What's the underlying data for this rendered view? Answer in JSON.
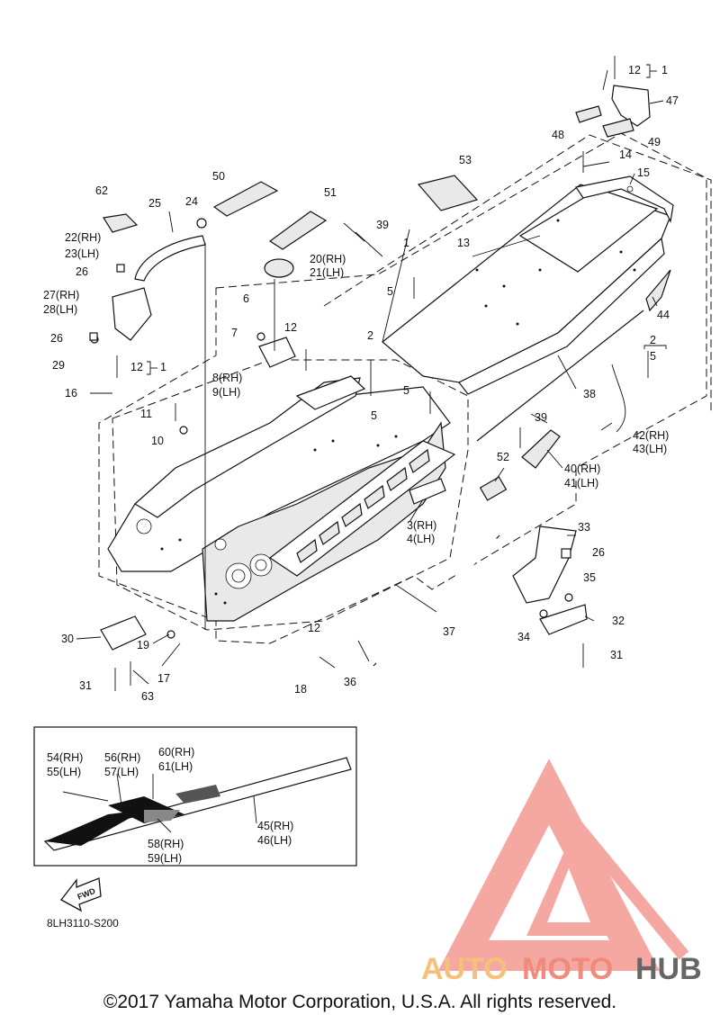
{
  "diagram": {
    "code": "8LH3110-S200",
    "fwd_label": "FWD",
    "copyright": "©2017 Yamaha Motor Corporation, U.S.A. All rights reserved.",
    "watermark": {
      "auto": "AUTO",
      "moto": "MOTO",
      "hub": "HUB",
      "colors": {
        "auto": "#f5c17a",
        "moto": "#f08a7c",
        "hub": "#666666",
        "logo": "#f28b82"
      }
    },
    "callouts": {
      "c1a": "1",
      "c1b": "1",
      "c1c": "1",
      "c2a": "2",
      "c2b": "2",
      "c3": "3(RH)",
      "c4": "4(LH)",
      "c5a": "5",
      "c5b": "5",
      "c5c": "5",
      "c5d": "5",
      "c6": "6",
      "c7": "7",
      "c8": "8(RH)",
      "c9": "9(LH)",
      "c10": "10",
      "c11": "11",
      "c12a": "12",
      "c12b": "12",
      "c12c": "12",
      "c12d": "12",
      "c13": "13",
      "c14": "14",
      "c15": "15",
      "c16": "16",
      "c17": "17",
      "c18": "18",
      "c19": "19",
      "c20": "20(RH)",
      "c21": "21(LH)",
      "c22": "22(RH)",
      "c23": "23(LH)",
      "c24": "24",
      "c25": "25",
      "c26a": "26",
      "c26b": "26",
      "c26c": "26",
      "c27": "27(RH)",
      "c28": "28(LH)",
      "c29": "29",
      "c30": "30",
      "c31a": "31",
      "c31b": "31",
      "c32": "32",
      "c33": "33",
      "c34": "34",
      "c35": "35",
      "c36": "36",
      "c37": "37",
      "c38": "38",
      "c39a": "39",
      "c39b": "39",
      "c40": "40(RH)",
      "c41": "41(LH)",
      "c42": "42(RH)",
      "c43": "43(LH)",
      "c44": "44",
      "c45": "45(RH)",
      "c46": "46(LH)",
      "c47": "47",
      "c48": "48",
      "c49": "49",
      "c50": "50",
      "c51": "51",
      "c52": "52",
      "c53": "53",
      "c54": "54(RH)",
      "c55": "55(LH)",
      "c56": "56(RH)",
      "c57": "57(LH)",
      "c58": "58(RH)",
      "c59": "59(LH)",
      "c60": "60(RH)",
      "c61": "61(LH)",
      "c62": "62",
      "c63": "63"
    }
  }
}
